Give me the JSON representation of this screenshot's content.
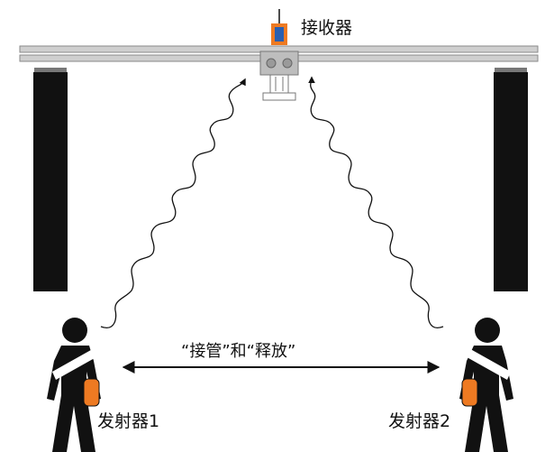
{
  "labels": {
    "receiver": "接收器",
    "handover": "“接管”和“释放”",
    "transmitter_1": "发射器1",
    "transmitter_2": "发射器2"
  },
  "colors": {
    "rail": "#cccccc",
    "rail_stroke": "#8a8a8a",
    "column": "#111111",
    "person": "#111111",
    "device_orange": "#ee7a22",
    "receiver_blue": "#2a5fb0",
    "wave": "#111111"
  }
}
